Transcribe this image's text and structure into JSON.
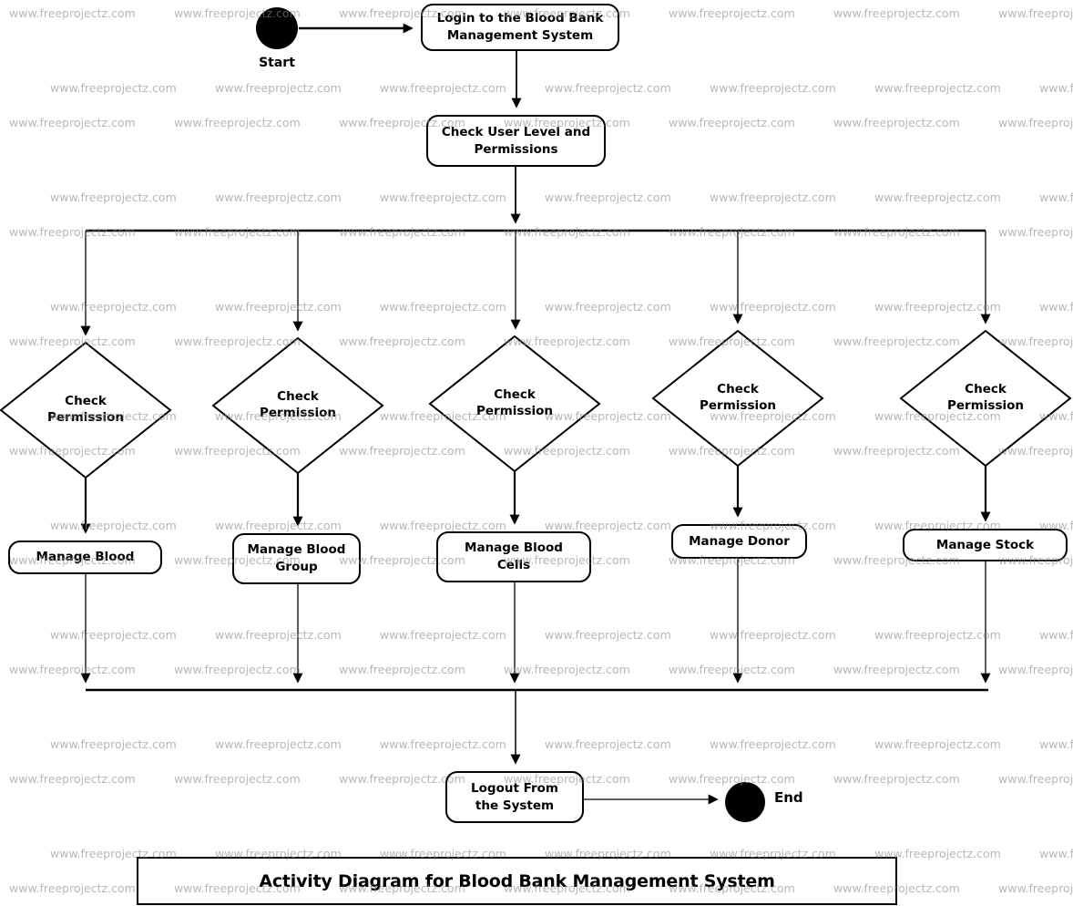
{
  "watermark": {
    "text": "www.freeprojectz.com",
    "color": "#8c8c8c",
    "opacity": 0.62
  },
  "title": {
    "text": "Activity Diagram for Blood Bank Management System"
  },
  "nodes": {
    "start_label": "Start",
    "login": "Login to the Blood Bank Management System",
    "check_user": "Check User Level and Permissions",
    "decision": "Check Permission",
    "manage_blood": "Manage Blood",
    "manage_blood_group": "Manage Blood Group",
    "manage_blood_cells": "Manage Blood Cells",
    "manage_donor": "Manage Donor",
    "manage_stock": "Manage Stock",
    "logout": "Logout From the System",
    "end_label": "End"
  },
  "colors": {
    "line": "#000000",
    "node_fill": "#ffffff",
    "node_border": "#000000",
    "background": "#ffffff"
  }
}
